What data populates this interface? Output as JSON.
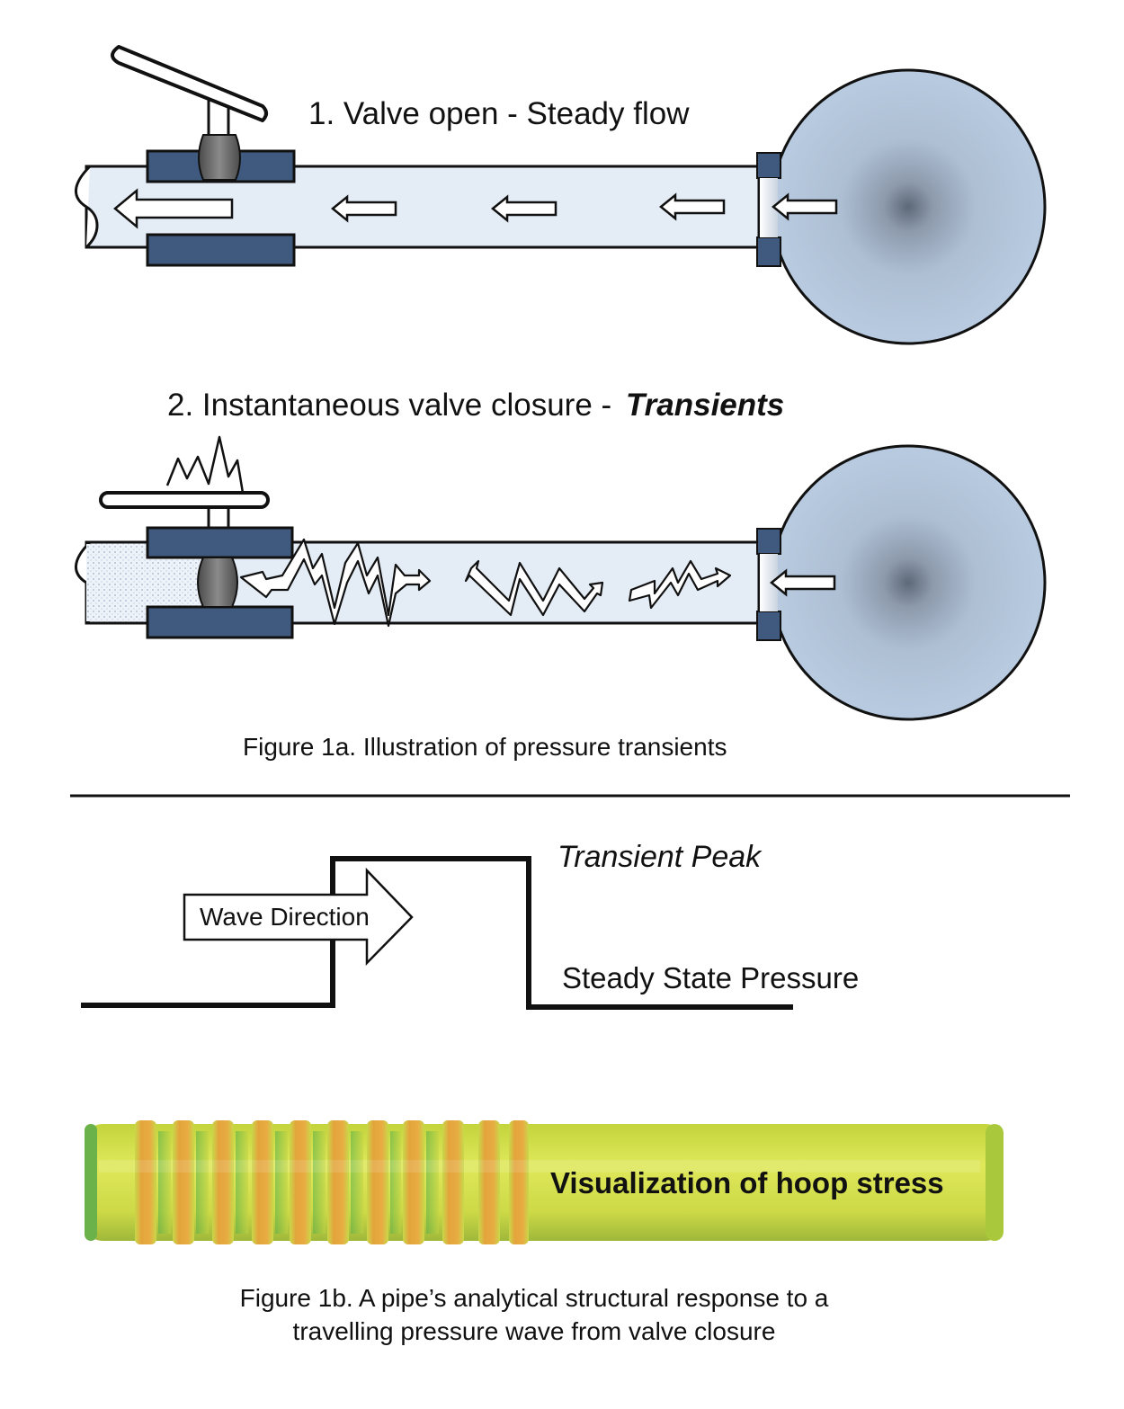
{
  "figure_1a": {
    "step1_label": "1. Valve open - Steady flow",
    "step2_label_plain": "2. Instantaneous valve closure - ",
    "step2_label_emphasis": "Transients",
    "caption": "Figure 1a. Illustration of pressure transients"
  },
  "pressure_wave": {
    "wave_direction": "Wave Direction",
    "transient_peak": "Transient Peak",
    "steady_state": "Steady State Pressure"
  },
  "hoop_stress": {
    "label": "Visualization of hoop stress"
  },
  "figure_1b": {
    "caption_line1": "Figure 1b. A pipe’s analytical structural response to a",
    "caption_line2": "travelling pressure wave from valve closure"
  },
  "colors": {
    "pipe_fill": "#e4ecf6",
    "flange": "#3f5a7e",
    "tank_edge": "#b9cbe0",
    "tank_center": "#5d6978",
    "valve_gray": "#6a6a6a",
    "stress_yellow": "#d3de4a",
    "stress_orange": "#e4a43c",
    "stress_green": "#59b44a"
  }
}
